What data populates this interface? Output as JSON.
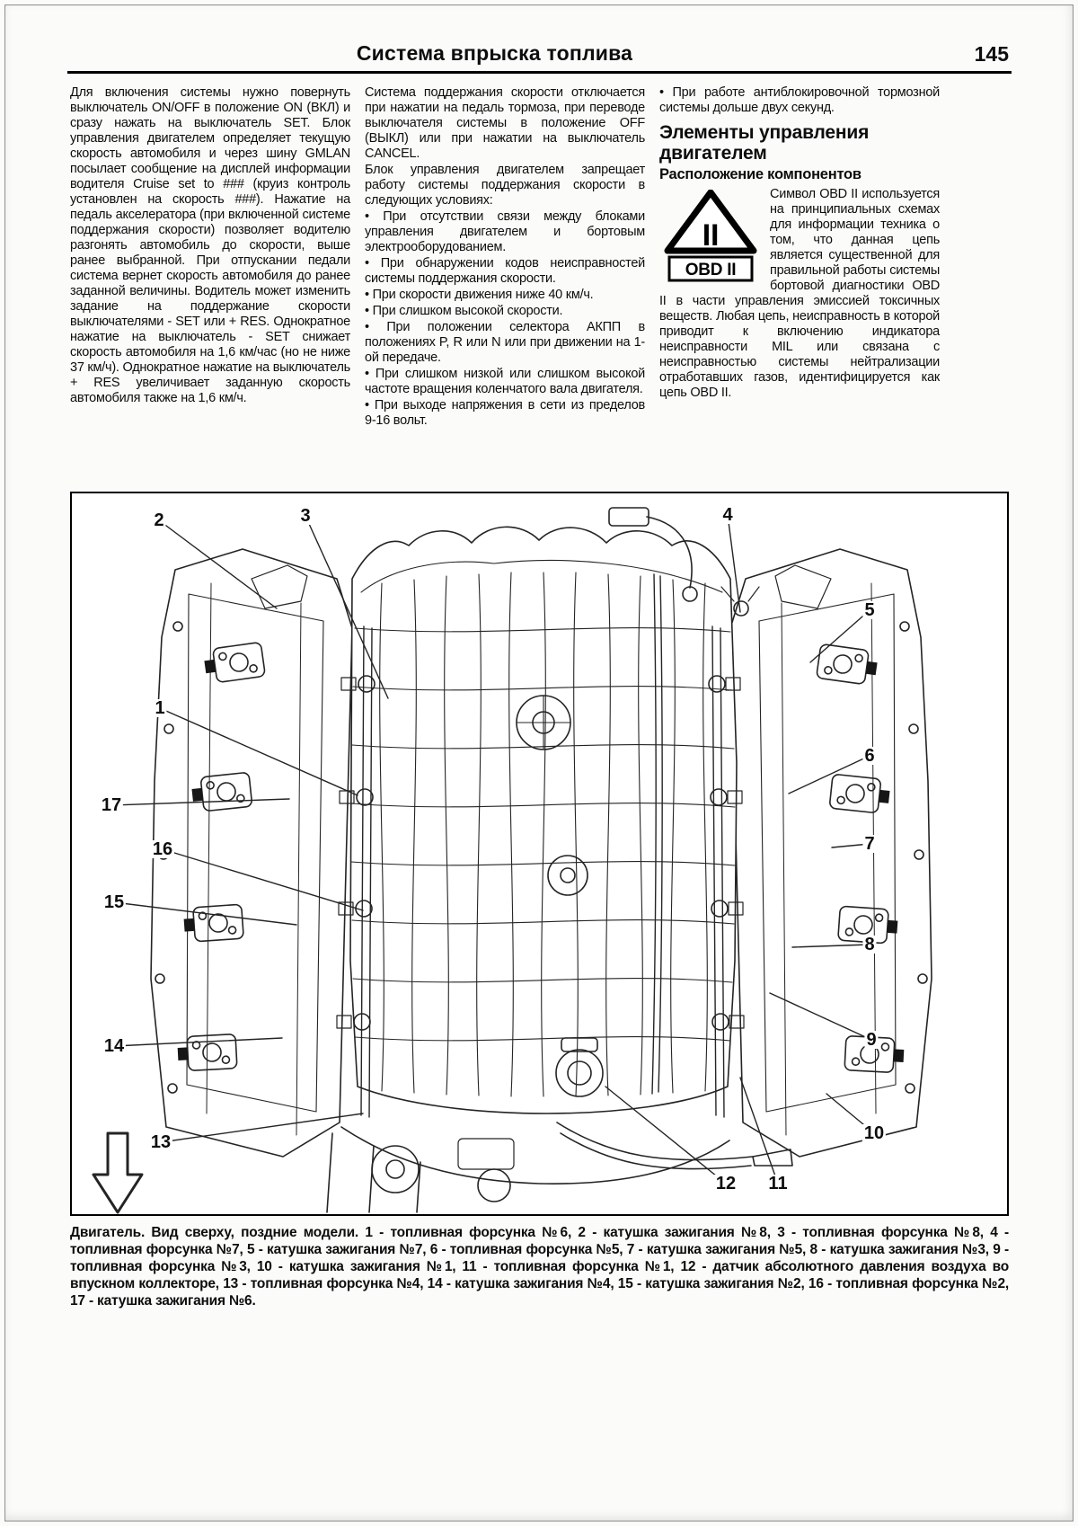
{
  "header": {
    "title": "Система впрыска топлива",
    "page_number": "145"
  },
  "col1": {
    "p1": "Для включения системы нужно повернуть выключатель ON/OFF в положение ON (ВКЛ) и сразу нажать на выключатель SET. Блок управления двигателем определяет текущую скорость автомобиля и через шину GMLAN посылает сообщение на дисплей информации водителя Cruise set to ### (круиз контроль установлен на скорость ###). Нажатие на педаль акселератора (при включенной системе поддержания скорости) позволяет водителю разгонять автомобиль до скорости, выше ранее выбранной. При отпускании педали система вернет скорость автомобиля до ранее заданной величины. Водитель может изменить задание на поддержание скорости выключателями - SET или + RES. Однократное нажатие на выключатель - SET снижает скорость автомобиля на 1,6 км/час (но не ниже 37 км/ч). Однократное нажатие на выключатель + RES увеличивает заданную скорость автомобиля также на 1,6 км/ч."
  },
  "col2": {
    "p1": "Система поддержания скорости отключается при нажатии на педаль тормоза, при переводе выключателя системы в положение OFF (ВЫКЛ) или при нажатии на выключатель CANCEL.",
    "p2": "Блок управления двигателем запрещает работу системы поддержания скорости в следующих условиях:",
    "bullets": [
      "• При отсутствии связи между блоками управления двигателем и бортовым электрооборудованием.",
      "• При обнаружении кодов неисправностей системы поддержания скорости.",
      "• При скорости движения ниже 40 км/ч.",
      "• При слишком высокой скорости.",
      "• При положении селектора АКПП в положениях P, R или N или при движении на 1-ой передаче.",
      "• При слишком низкой или слишком высокой частоте вращения коленчатого вала двигателя.",
      "• При выходе напряжения в сети из пределов 9-16 вольт."
    ]
  },
  "col3": {
    "bullet": "• При работе антиблокировочной тормозной системы дольше двух секунд.",
    "heading": "Элементы управления двигателем",
    "subheading": "Расположение компонентов",
    "obd": {
      "triangle": "II",
      "box": "OBD II"
    },
    "p1": "Символ OBD II используется на принципиальных схемах для информации техника о том, что данная цепь является существенной для правильной работы системы бортовой диагностики OBD II в части управления эмиссией токсичных веществ. Любая цепь, неисправность в которой приводит к включению индикатора неисправности MIL или связана с неисправностью системы нейтрализации отработавших газов, идентифицируется как цепь OBD II."
  },
  "figure": {
    "callouts": [
      "1",
      "2",
      "3",
      "4",
      "5",
      "6",
      "7",
      "8",
      "9",
      "10",
      "11",
      "12",
      "13",
      "14",
      "15",
      "16",
      "17"
    ],
    "caption": "Двигатель. Вид сверху, поздние модели. 1 - топливная форсунка №6, 2 - катушка зажигания №8, 3 - топливная форсунка №8, 4 - топливная форсунка №7, 5 - катушка зажигания №7, 6 - топливная форсунка №5, 7 - катушка зажигания №5, 8 - катушка зажигания №3, 9 - топливная форсунка №3, 10 - катушка зажигания №1, 11 - топливная форсунка №1, 12 - датчик абсолютного давления воздуха во впускном коллекторе, 13 - топливная форсунка №4, 14 - катушка зажигания №4, 15 - катушка зажигания №2, 16 - топливная форсунка №2, 17 - катушка зажигания №6."
  }
}
